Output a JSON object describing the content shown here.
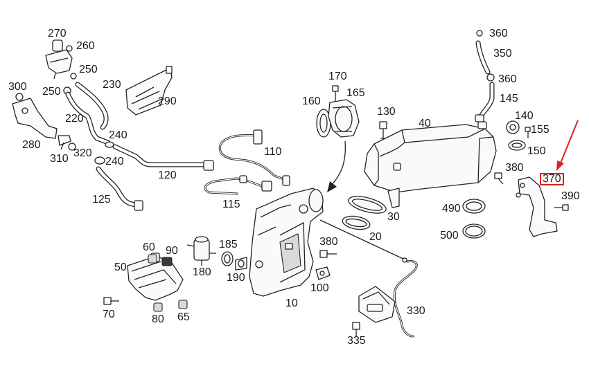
{
  "diagram": {
    "highlight_color": "#e0201e",
    "highlighted_part": "370",
    "labels": {
      "p270": "270",
      "p260": "260",
      "p250a": "250",
      "p250b": "250",
      "p230": "230",
      "p290": "290",
      "p300": "300",
      "p220": "220",
      "p240a": "240",
      "p240b": "240",
      "p280": "280",
      "p310": "310",
      "p320": "320",
      "p120": "120",
      "p125": "125",
      "p110": "110",
      "p115": "115",
      "p170": "170",
      "p165": "165",
      "p160": "160",
      "p130": "130",
      "p40": "40",
      "p360a": "360",
      "p350": "350",
      "p360b": "360",
      "p145": "145",
      "p140": "140",
      "p155": "155",
      "p150": "150",
      "p380a": "380",
      "p370": "370",
      "p390": "390",
      "p490": "490",
      "p500": "500",
      "p30": "30",
      "p20": "20",
      "p10": "10",
      "p185": "185",
      "p190": "190",
      "p180": "180",
      "p380b": "380",
      "p100": "100",
      "p60": "60",
      "p90": "90",
      "p50": "50",
      "p70": "70",
      "p80": "80",
      "p65": "65",
      "p330": "330",
      "p335": "335"
    }
  }
}
